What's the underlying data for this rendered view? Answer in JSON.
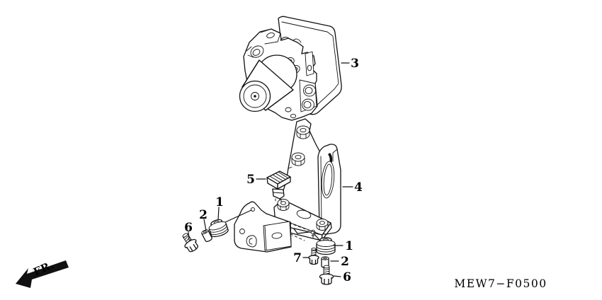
{
  "figure": {
    "fr_label": "FR.",
    "part_code": "MEW7−F0500",
    "colors": {
      "background": "#ffffff",
      "line": "#111111",
      "label": "#000000"
    }
  },
  "callouts": {
    "c3": {
      "label": "3",
      "part": "abs-modulator-assembly"
    },
    "c4": {
      "label": "4",
      "part": "modulator-mount-bracket"
    },
    "c5": {
      "label": "5",
      "part": "connector-cap"
    },
    "c1_left": {
      "label": "1",
      "part": "rubber-grommet"
    },
    "c2_left": {
      "label": "2",
      "part": "collar"
    },
    "c6_left": {
      "label": "6",
      "part": "flange-bolt"
    },
    "c1_right": {
      "label": "1",
      "part": "rubber-grommet"
    },
    "c2_right": {
      "label": "2",
      "part": "collar"
    },
    "c7": {
      "label": "7",
      "part": "flange-bolt-small"
    },
    "c6_right": {
      "label": "6",
      "part": "flange-bolt"
    }
  }
}
